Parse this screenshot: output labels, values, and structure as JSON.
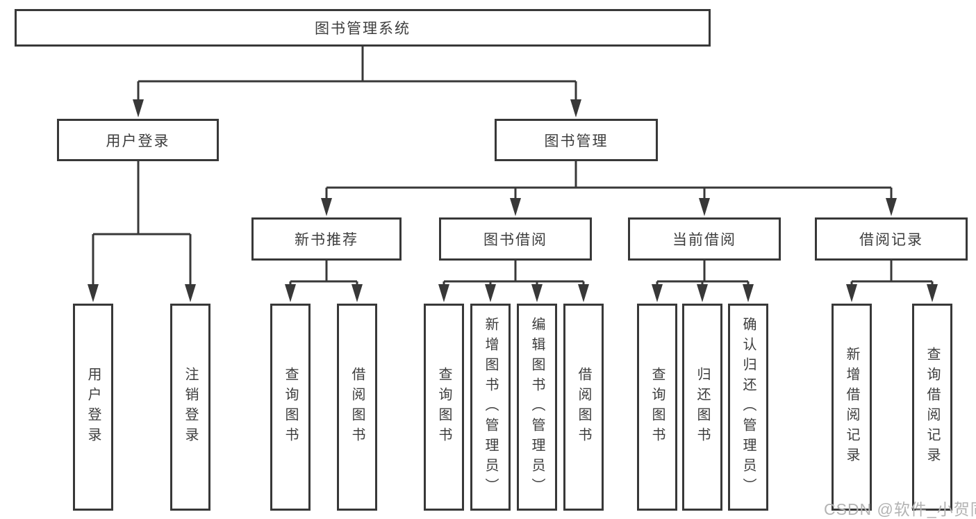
{
  "nodes": {
    "root": {
      "label": "图书管理系统"
    },
    "level2": [
      {
        "label": "用户登录"
      },
      {
        "label": "图书管理"
      }
    ],
    "level3": [
      {
        "label": "新书推荐",
        "parent": "图书管理"
      },
      {
        "label": "图书借阅",
        "parent": "图书管理"
      },
      {
        "label": "当前借阅",
        "parent": "图书管理"
      },
      {
        "label": "借阅记录",
        "parent": "图书管理"
      }
    ],
    "leaves": [
      {
        "label": "用户登录",
        "parent": "用户登录"
      },
      {
        "label": "注销登录",
        "parent": "用户登录"
      },
      {
        "label": "查询图书",
        "parent": "新书推荐"
      },
      {
        "label": "借阅图书",
        "parent": "新书推荐"
      },
      {
        "label": "查询图书",
        "parent": "图书借阅"
      },
      {
        "label": "新增图书（管理员）",
        "parent": "图书借阅"
      },
      {
        "label": "编辑图书（管理员）",
        "parent": "图书借阅"
      },
      {
        "label": "借阅图书",
        "parent": "图书借阅"
      },
      {
        "label": "查询图书",
        "parent": "当前借阅"
      },
      {
        "label": "归还图书",
        "parent": "当前借阅"
      },
      {
        "label": "确认归还（管理员）",
        "parent": "当前借阅"
      },
      {
        "label": "新增借阅记录",
        "parent": "借阅记录"
      },
      {
        "label": "查询借阅记录",
        "parent": "借阅记录"
      }
    ]
  },
  "watermark": {
    "text": "CSDN @软件_小贺同学"
  },
  "colors": {
    "line": "#383838",
    "text": "#3d3d3d",
    "watermark": "#b3b3b3",
    "background": "#ffffff"
  }
}
